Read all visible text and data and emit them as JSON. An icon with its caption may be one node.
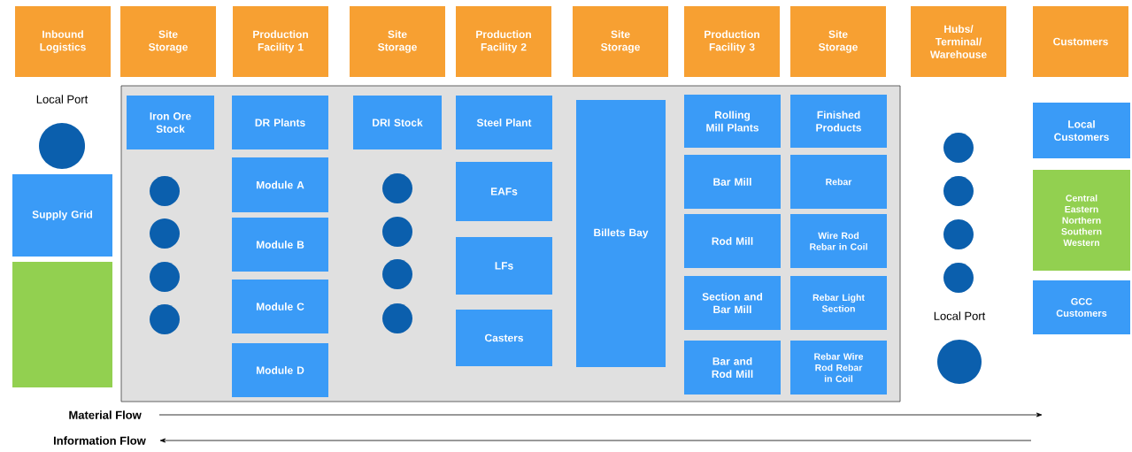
{
  "diagram": {
    "nodes": [
      {
        "text": [
          "Inbound Logistics"
        ]
      },
      {
        "text": [
          "Site Storage"
        ]
      },
      {
        "text": [
          "Production Facility 1"
        ]
      },
      {
        "text": [
          "Site Storage"
        ]
      },
      {
        "text": [
          "Production Facility 2"
        ]
      },
      {
        "text": [
          "Site Storage"
        ]
      },
      {
        "text": [
          "Production Facility 3"
        ]
      },
      {
        "text": [
          "Site Storage"
        ]
      },
      {
        "text": [
          "Hubs/ Terminal/ Warehouse"
        ]
      },
      {
        "text": [
          "Customers"
        ]
      },
      {
        "text": [],
        "shape": "box"
      },
      {
        "text": [
          "Local Port"
        ]
      },
      {
        "text": [
          "Supply Grid"
        ]
      },
      {
        "text": [],
        "shape": "box"
      },
      {
        "text": [
          "Iron Ore Stock"
        ],
        "in": 10
      },
      {
        "text": [],
        "shape": "circle",
        "in": 10
      },
      {
        "text": [],
        "shape": "circle",
        "in": 10
      },
      {
        "text": [],
        "shape": "circle",
        "in": 10
      },
      {
        "text": [],
        "shape": "circle",
        "in": 10
      },
      {
        "text": [
          "DR Plants"
        ],
        "in": 10
      },
      {
        "text": [
          "Module A"
        ],
        "in": 10
      },
      {
        "text": [
          "Module B"
        ],
        "in": 10
      },
      {
        "text": [
          "Module C"
        ],
        "in": 10
      },
      {
        "text": [
          "Module D"
        ],
        "in": 10
      },
      {
        "text": [
          "DRI Stock"
        ],
        "in": 10
      },
      {
        "text": [],
        "shape": "circle",
        "in": 10
      },
      {
        "text": [],
        "shape": "circle",
        "in": 10
      },
      {
        "text": [],
        "shape": "circle",
        "in": 10
      },
      {
        "text": [],
        "shape": "circle",
        "in": 10
      },
      {
        "text": [
          "Steel Plant"
        ],
        "in": 10
      },
      {
        "text": [
          "EAFs"
        ],
        "in": 10
      },
      {
        "text": [
          "LFs"
        ],
        "in": 10
      },
      {
        "text": [
          "Casters"
        ],
        "in": 10
      },
      {
        "text": [
          "Billets Bay"
        ],
        "in": 10
      },
      {
        "text": [
          "Rolling Mill Plants"
        ],
        "in": 10
      },
      {
        "text": [
          "Bar Mill"
        ],
        "in": 10
      },
      {
        "text": [
          "Rod Mill"
        ],
        "in": 10
      },
      {
        "text": [
          "Section and Bar Mill"
        ],
        "in": 10
      },
      {
        "text": [
          "Bar and Rod Mill"
        ],
        "in": 10
      },
      {
        "text": [
          "Finished Products"
        ],
        "in": 10
      },
      {
        "text": [
          "Rebar"
        ],
        "in": 10
      },
      {
        "text": [
          "Wire Rod Rebar in Coil"
        ],
        "in": 10
      },
      {
        "text": [
          "Rebar Light Section"
        ],
        "in": 10
      },
      {
        "text": [
          "Rebar Wire Rod Rebar in Coil"
        ],
        "in": 10
      },
      {
        "text": [],
        "shape": "circle"
      },
      {
        "text": [],
        "shape": "circle"
      },
      {
        "text": [],
        "shape": "circle"
      },
      {
        "text": [],
        "shape": "circle"
      },
      {
        "text": [
          "Local Port"
        ]
      },
      {
        "text": [
          "Local Customers"
        ]
      },
      {
        "text": [
          "Central Eastern Northern Southern Western"
        ]
      },
      {
        "text": [
          "GCC Customers"
        ]
      }
    ],
    "labels": [
      "Material Flow",
      "Information Flow"
    ]
  }
}
